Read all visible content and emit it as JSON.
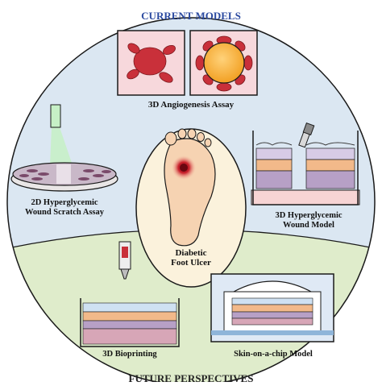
{
  "current_models": {
    "title": "CURRENT MODELS",
    "angiogenesis": "3D Angiogenesis Assay",
    "scratch_line1": "2D Hyperglycemic",
    "scratch_line2": "Wound Scratch Assay",
    "hyper_line1": "3D Hyperglycemic",
    "hyper_line2": "Wound Model"
  },
  "center": {
    "line1": "Diabetic",
    "line2": "Foot Ulcer"
  },
  "future": {
    "title": "FUTURE PERSPECTIVES",
    "bioprinting": "3D Bioprinting",
    "chip": "Skin-on-a-chip Model"
  },
  "colors": {
    "current_bg": "#dbe7f2",
    "future_bg": "#dfeccb",
    "current_title": "#2b4aa0",
    "future_title": "#222222",
    "outline": "#1a1a1a"
  }
}
